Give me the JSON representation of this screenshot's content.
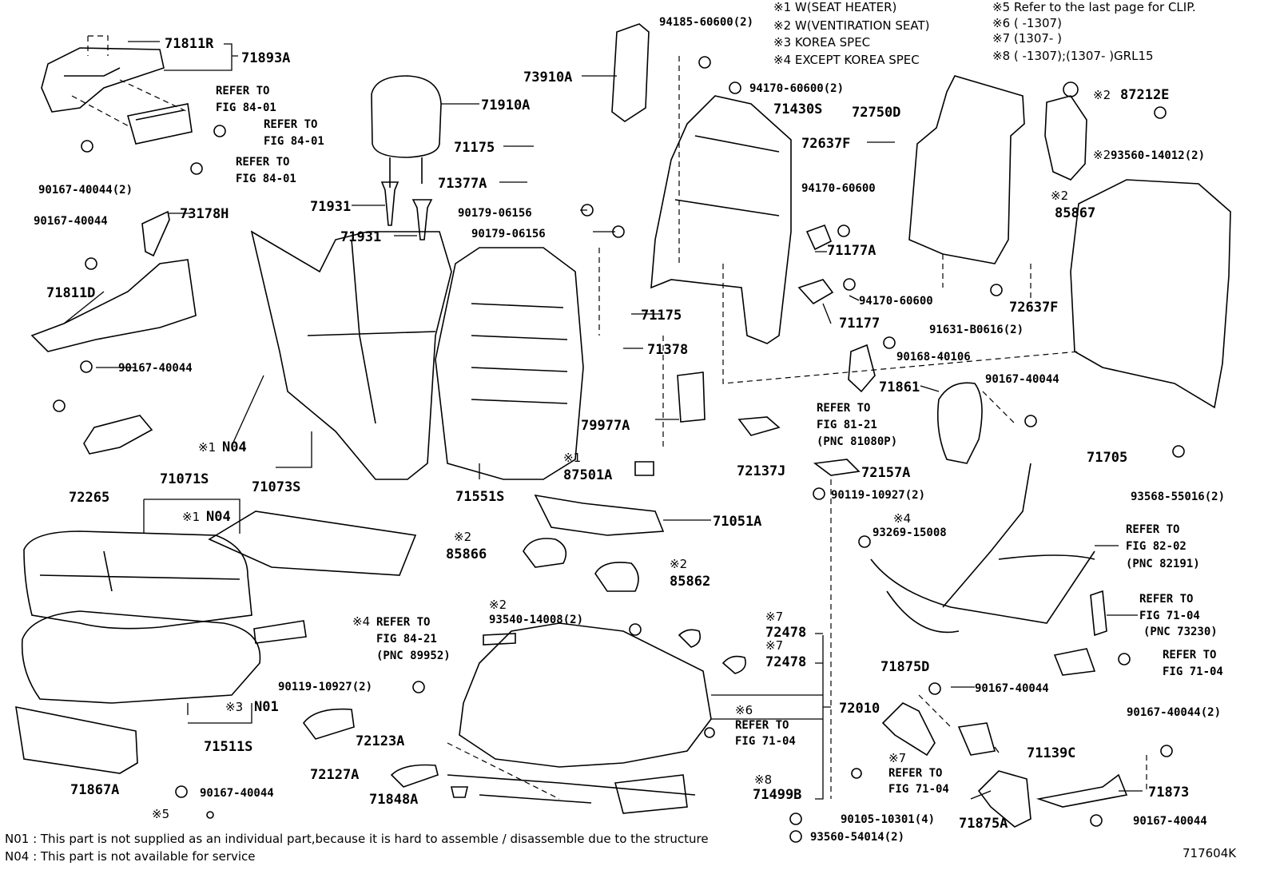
{
  "legend": [
    "※1  W(SEAT  HEATER)",
    "※2  W(VENTIRATION  SEAT)",
    "※3 KOREA SPEC",
    "※4 EXCEPT KOREA SPEC",
    "※5 Refer to the last page for CLIP.",
    "※6 (      -1307)",
    "※7 (1307-      )",
    "※8 (      -1307);(1307-      )GRL15"
  ],
  "labels": [
    {
      "id": "l1",
      "text": "71811R"
    },
    {
      "id": "l2",
      "text": "71893A"
    },
    {
      "id": "l3",
      "text": "REFER TO"
    },
    {
      "id": "l4",
      "text": "FIG 84-01"
    },
    {
      "id": "l5",
      "text": "REFER TO"
    },
    {
      "id": "l6",
      "text": "FIG 84-01"
    },
    {
      "id": "l7",
      "text": "REFER TO"
    },
    {
      "id": "l8",
      "text": "FIG 84-01"
    },
    {
      "id": "l9",
      "text": "90167-40044(2)"
    },
    {
      "id": "l10",
      "text": "71910A"
    },
    {
      "id": "l11",
      "text": "73910A"
    },
    {
      "id": "l12",
      "text": "94185-60600(2)"
    },
    {
      "id": "l13",
      "text": "94170-60600(2)"
    },
    {
      "id": "l14",
      "text": "71430S"
    },
    {
      "id": "l15",
      "text": "72750D"
    },
    {
      "id": "l16",
      "text": "87212E"
    },
    {
      "id": "l17",
      "text": "71175"
    },
    {
      "id": "l18",
      "text": "71377A"
    },
    {
      "id": "l19",
      "text": "90179-06156"
    },
    {
      "id": "l20",
      "text": "90179-06156"
    },
    {
      "id": "l21",
      "text": "71931"
    },
    {
      "id": "l22",
      "text": "71931"
    },
    {
      "id": "l23",
      "text": "72637F"
    },
    {
      "id": "l24",
      "text": "93560-14012(2)"
    },
    {
      "id": "l25",
      "text": "94170-60600"
    },
    {
      "id": "l26",
      "text": "85867"
    },
    {
      "id": "l27",
      "text": "71177A"
    },
    {
      "id": "l28",
      "text": "94170-60600"
    },
    {
      "id": "l29",
      "text": "72637F"
    },
    {
      "id": "l30",
      "text": "71177"
    },
    {
      "id": "l31",
      "text": "91631-B0616(2)"
    },
    {
      "id": "l32",
      "text": "73178H"
    },
    {
      "id": "l33",
      "text": "90167-40044"
    },
    {
      "id": "l34",
      "text": "71811D"
    },
    {
      "id": "l35",
      "text": "90167-40044"
    },
    {
      "id": "l36",
      "text": "71175"
    },
    {
      "id": "l37",
      "text": "71378"
    },
    {
      "id": "l38",
      "text": "90168-40106"
    },
    {
      "id": "l39",
      "text": "90167-40044"
    },
    {
      "id": "l40",
      "text": "71861"
    },
    {
      "id": "l41",
      "text": "REFER TO"
    },
    {
      "id": "l42",
      "text": "FIG 81-21"
    },
    {
      "id": "l43",
      "text": "(PNC 81080P)"
    },
    {
      "id": "l44",
      "text": "79977A"
    },
    {
      "id": "l45",
      "text": "72265"
    },
    {
      "id": "l46",
      "text": "N04"
    },
    {
      "id": "l47",
      "text": "71073S"
    },
    {
      "id": "l48",
      "text": "71551S"
    },
    {
      "id": "l49",
      "text": "87501A"
    },
    {
      "id": "l50",
      "text": "72137J"
    },
    {
      "id": "l51",
      "text": "72157A"
    },
    {
      "id": "l52",
      "text": "71705"
    },
    {
      "id": "l53",
      "text": "93568-55016(2)"
    },
    {
      "id": "l54",
      "text": "71071S"
    },
    {
      "id": "l55",
      "text": "N04"
    },
    {
      "id": "l56",
      "text": "90119-10927(2)"
    },
    {
      "id": "l57",
      "text": "71051A"
    },
    {
      "id": "l58",
      "text": "93269-15008"
    },
    {
      "id": "l59",
      "text": "REFER TO"
    },
    {
      "id": "l60",
      "text": "FIG 82-02"
    },
    {
      "id": "l61",
      "text": "(PNC 82191)"
    },
    {
      "id": "l62",
      "text": "85866"
    },
    {
      "id": "l63",
      "text": "85862"
    },
    {
      "id": "l64",
      "text": "REFER TO"
    },
    {
      "id": "l65",
      "text": "FIG 84-21"
    },
    {
      "id": "l66",
      "text": "(PNC 89952)"
    },
    {
      "id": "l67",
      "text": "93540-14008(2)"
    },
    {
      "id": "l68",
      "text": "72478"
    },
    {
      "id": "l69",
      "text": "72478"
    },
    {
      "id": "l70",
      "text": "REFER TO"
    },
    {
      "id": "l71",
      "text": "FIG 71-04"
    },
    {
      "id": "l72",
      "text": "(PNC 73230)"
    },
    {
      "id": "l73",
      "text": "REFER TO"
    },
    {
      "id": "l74",
      "text": "FIG 71-04"
    },
    {
      "id": "l75",
      "text": "90119-10927(2)"
    },
    {
      "id": "l76",
      "text": "N01"
    },
    {
      "id": "l77",
      "text": "71875D"
    },
    {
      "id": "l78",
      "text": "90167-40044"
    },
    {
      "id": "l79",
      "text": "72010"
    },
    {
      "id": "l80",
      "text": "REFER TO"
    },
    {
      "id": "l81",
      "text": "FIG 71-04"
    },
    {
      "id": "l82",
      "text": "71511S"
    },
    {
      "id": "l83",
      "text": "72123A"
    },
    {
      "id": "l84",
      "text": "71139C"
    },
    {
      "id": "l85",
      "text": "90167-40044(2)"
    },
    {
      "id": "l86",
      "text": "REFER TO"
    },
    {
      "id": "l87",
      "text": "FIG 71-04"
    },
    {
      "id": "l88",
      "text": "72127A"
    },
    {
      "id": "l89",
      "text": "71867A"
    },
    {
      "id": "l90",
      "text": "90167-40044"
    },
    {
      "id": "l91",
      "text": "71499B"
    },
    {
      "id": "l92",
      "text": "71848A"
    },
    {
      "id": "l93",
      "text": "71873"
    },
    {
      "id": "l94",
      "text": "90105-10301(4)"
    },
    {
      "id": "l95",
      "text": "71875A"
    },
    {
      "id": "l96",
      "text": "90167-40044"
    },
    {
      "id": "l97",
      "text": "93560-54014(2)"
    }
  ],
  "marks": [
    {
      "id": "m1",
      "text": "※2"
    },
    {
      "id": "m2",
      "text": "※2"
    },
    {
      "id": "m3",
      "text": "※2"
    },
    {
      "id": "m4",
      "text": "※1"
    },
    {
      "id": "m5",
      "text": "※1"
    },
    {
      "id": "m6",
      "text": "※1"
    },
    {
      "id": "m7",
      "text": "※4"
    },
    {
      "id": "m8",
      "text": "※2"
    },
    {
      "id": "m9",
      "text": "※2"
    },
    {
      "id": "m10",
      "text": "※4"
    },
    {
      "id": "m11",
      "text": "※2"
    },
    {
      "id": "m12",
      "text": "※7"
    },
    {
      "id": "m13",
      "text": "※7"
    },
    {
      "id": "m14",
      "text": "※3"
    },
    {
      "id": "m15",
      "text": "※6"
    },
    {
      "id": "m16",
      "text": "※7"
    },
    {
      "id": "m17",
      "text": "※8"
    },
    {
      "id": "m18",
      "text": "※5"
    }
  ],
  "footnotes": [
    "N01 : This part is not supplied as an individual part,because it is hard to assemble / disassemble due to the structure",
    "N04 : This part is not available for service"
  ],
  "figure_id": "717604K"
}
